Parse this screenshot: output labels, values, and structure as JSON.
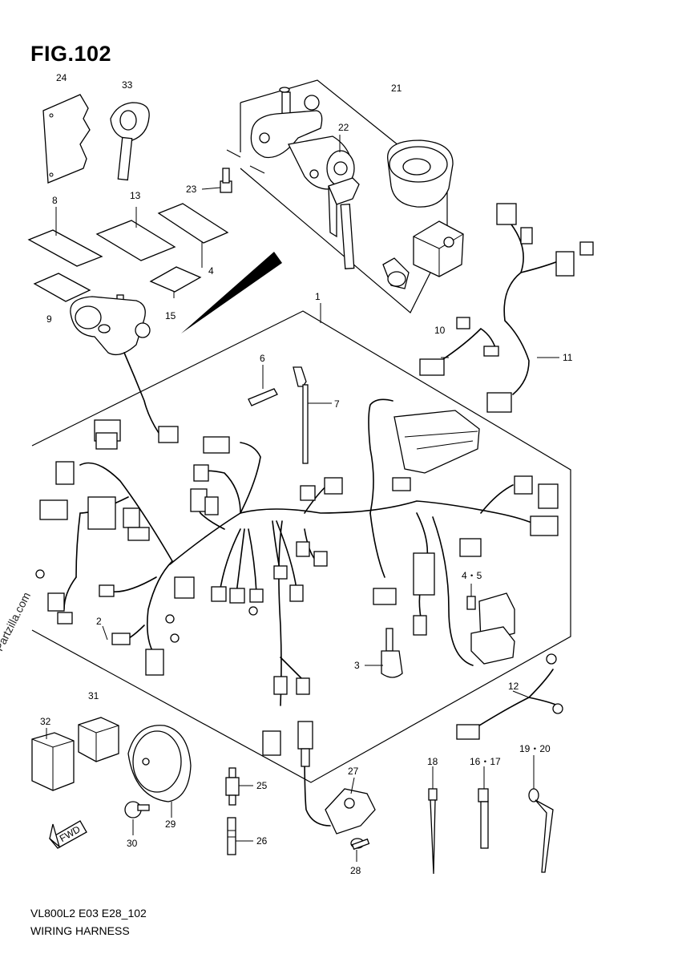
{
  "figure": {
    "title": "FIG.102",
    "code": "VL800L2 E03 E28_102",
    "name": "WIRING HARNESS",
    "watermark": "© Partzilla.com"
  },
  "callouts": [
    {
      "id": "c1",
      "text": "1"
    },
    {
      "id": "c2",
      "text": "2"
    },
    {
      "id": "c3",
      "text": "3"
    },
    {
      "id": "c45",
      "text": "4・5"
    },
    {
      "id": "c4",
      "text": "4"
    },
    {
      "id": "c6",
      "text": "6"
    },
    {
      "id": "c7",
      "text": "7"
    },
    {
      "id": "c8",
      "text": "8"
    },
    {
      "id": "c9",
      "text": "9"
    },
    {
      "id": "c10",
      "text": "10"
    },
    {
      "id": "c11",
      "text": "11"
    },
    {
      "id": "c12",
      "text": "12"
    },
    {
      "id": "c13",
      "text": "13"
    },
    {
      "id": "c15",
      "text": "15"
    },
    {
      "id": "c1617",
      "text": "16・17"
    },
    {
      "id": "c18",
      "text": "18"
    },
    {
      "id": "c1920",
      "text": "19・20"
    },
    {
      "id": "c21",
      "text": "21"
    },
    {
      "id": "c22",
      "text": "22"
    },
    {
      "id": "c23",
      "text": "23"
    },
    {
      "id": "c24",
      "text": "24"
    },
    {
      "id": "c25",
      "text": "25"
    },
    {
      "id": "c26",
      "text": "26"
    },
    {
      "id": "c27",
      "text": "27"
    },
    {
      "id": "c28",
      "text": "28"
    },
    {
      "id": "c29",
      "text": "29"
    },
    {
      "id": "c30",
      "text": "30"
    },
    {
      "id": "c31",
      "text": "31"
    },
    {
      "id": "c32",
      "text": "32"
    },
    {
      "id": "c33",
      "text": "33"
    }
  ],
  "front_arrow_label": "FWD"
}
